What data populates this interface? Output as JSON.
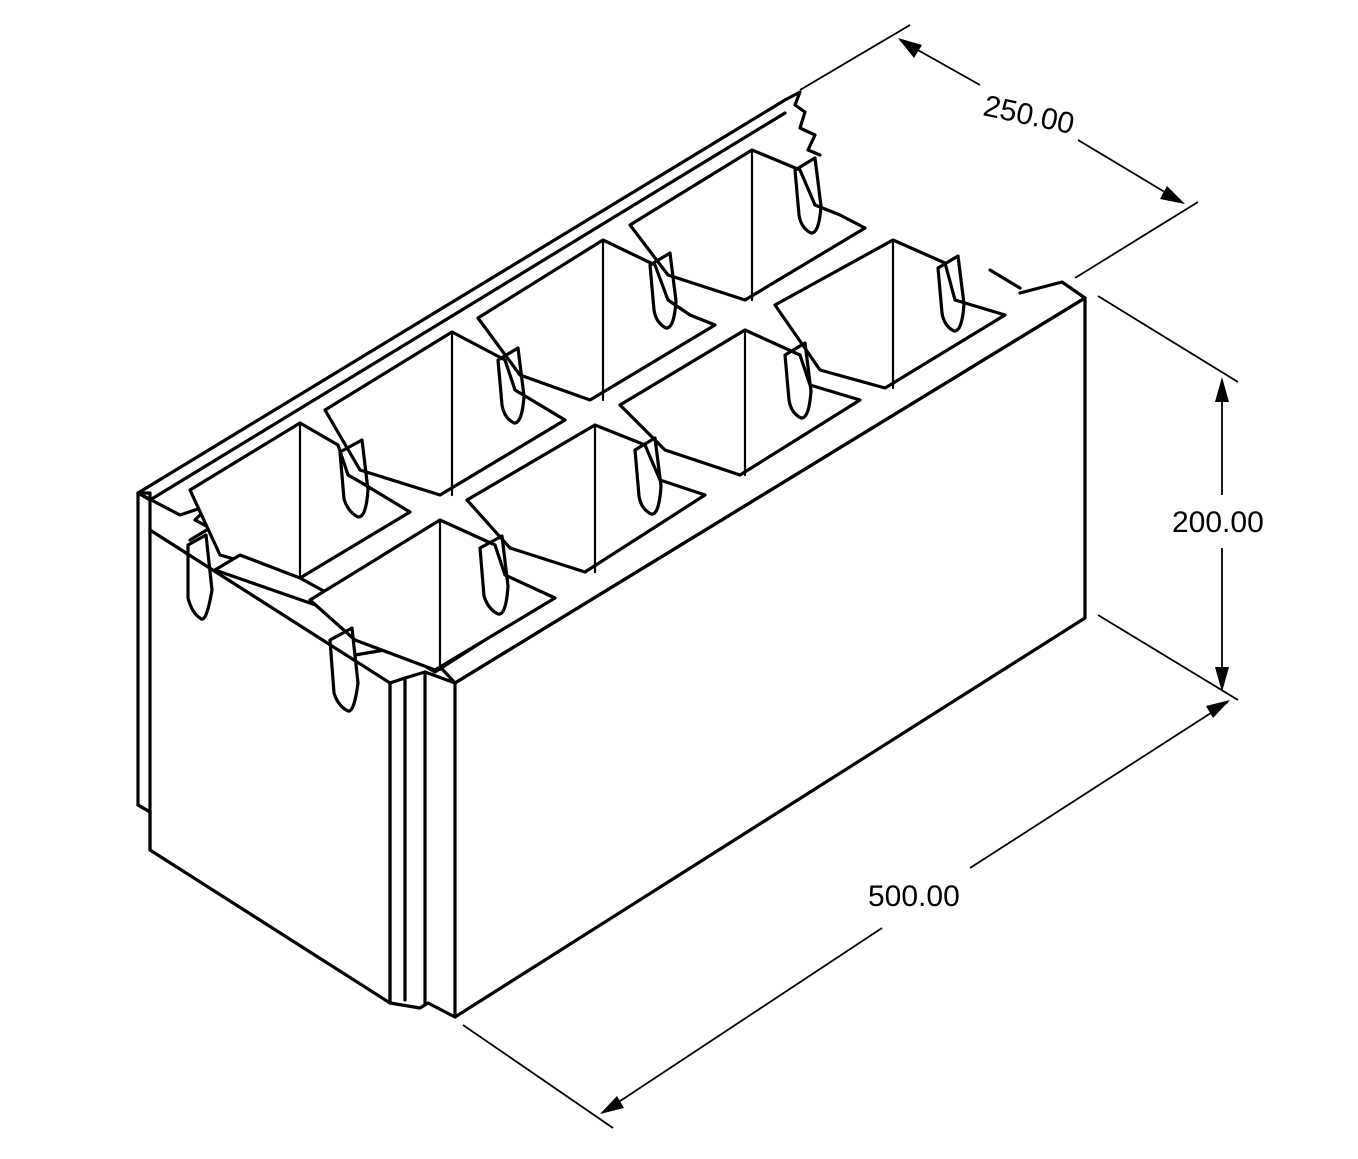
{
  "dimensions": {
    "width": "250.00",
    "height": "200.00",
    "length": "500.00"
  },
  "colors": {
    "line": "#000000",
    "background": "#ffffff"
  }
}
